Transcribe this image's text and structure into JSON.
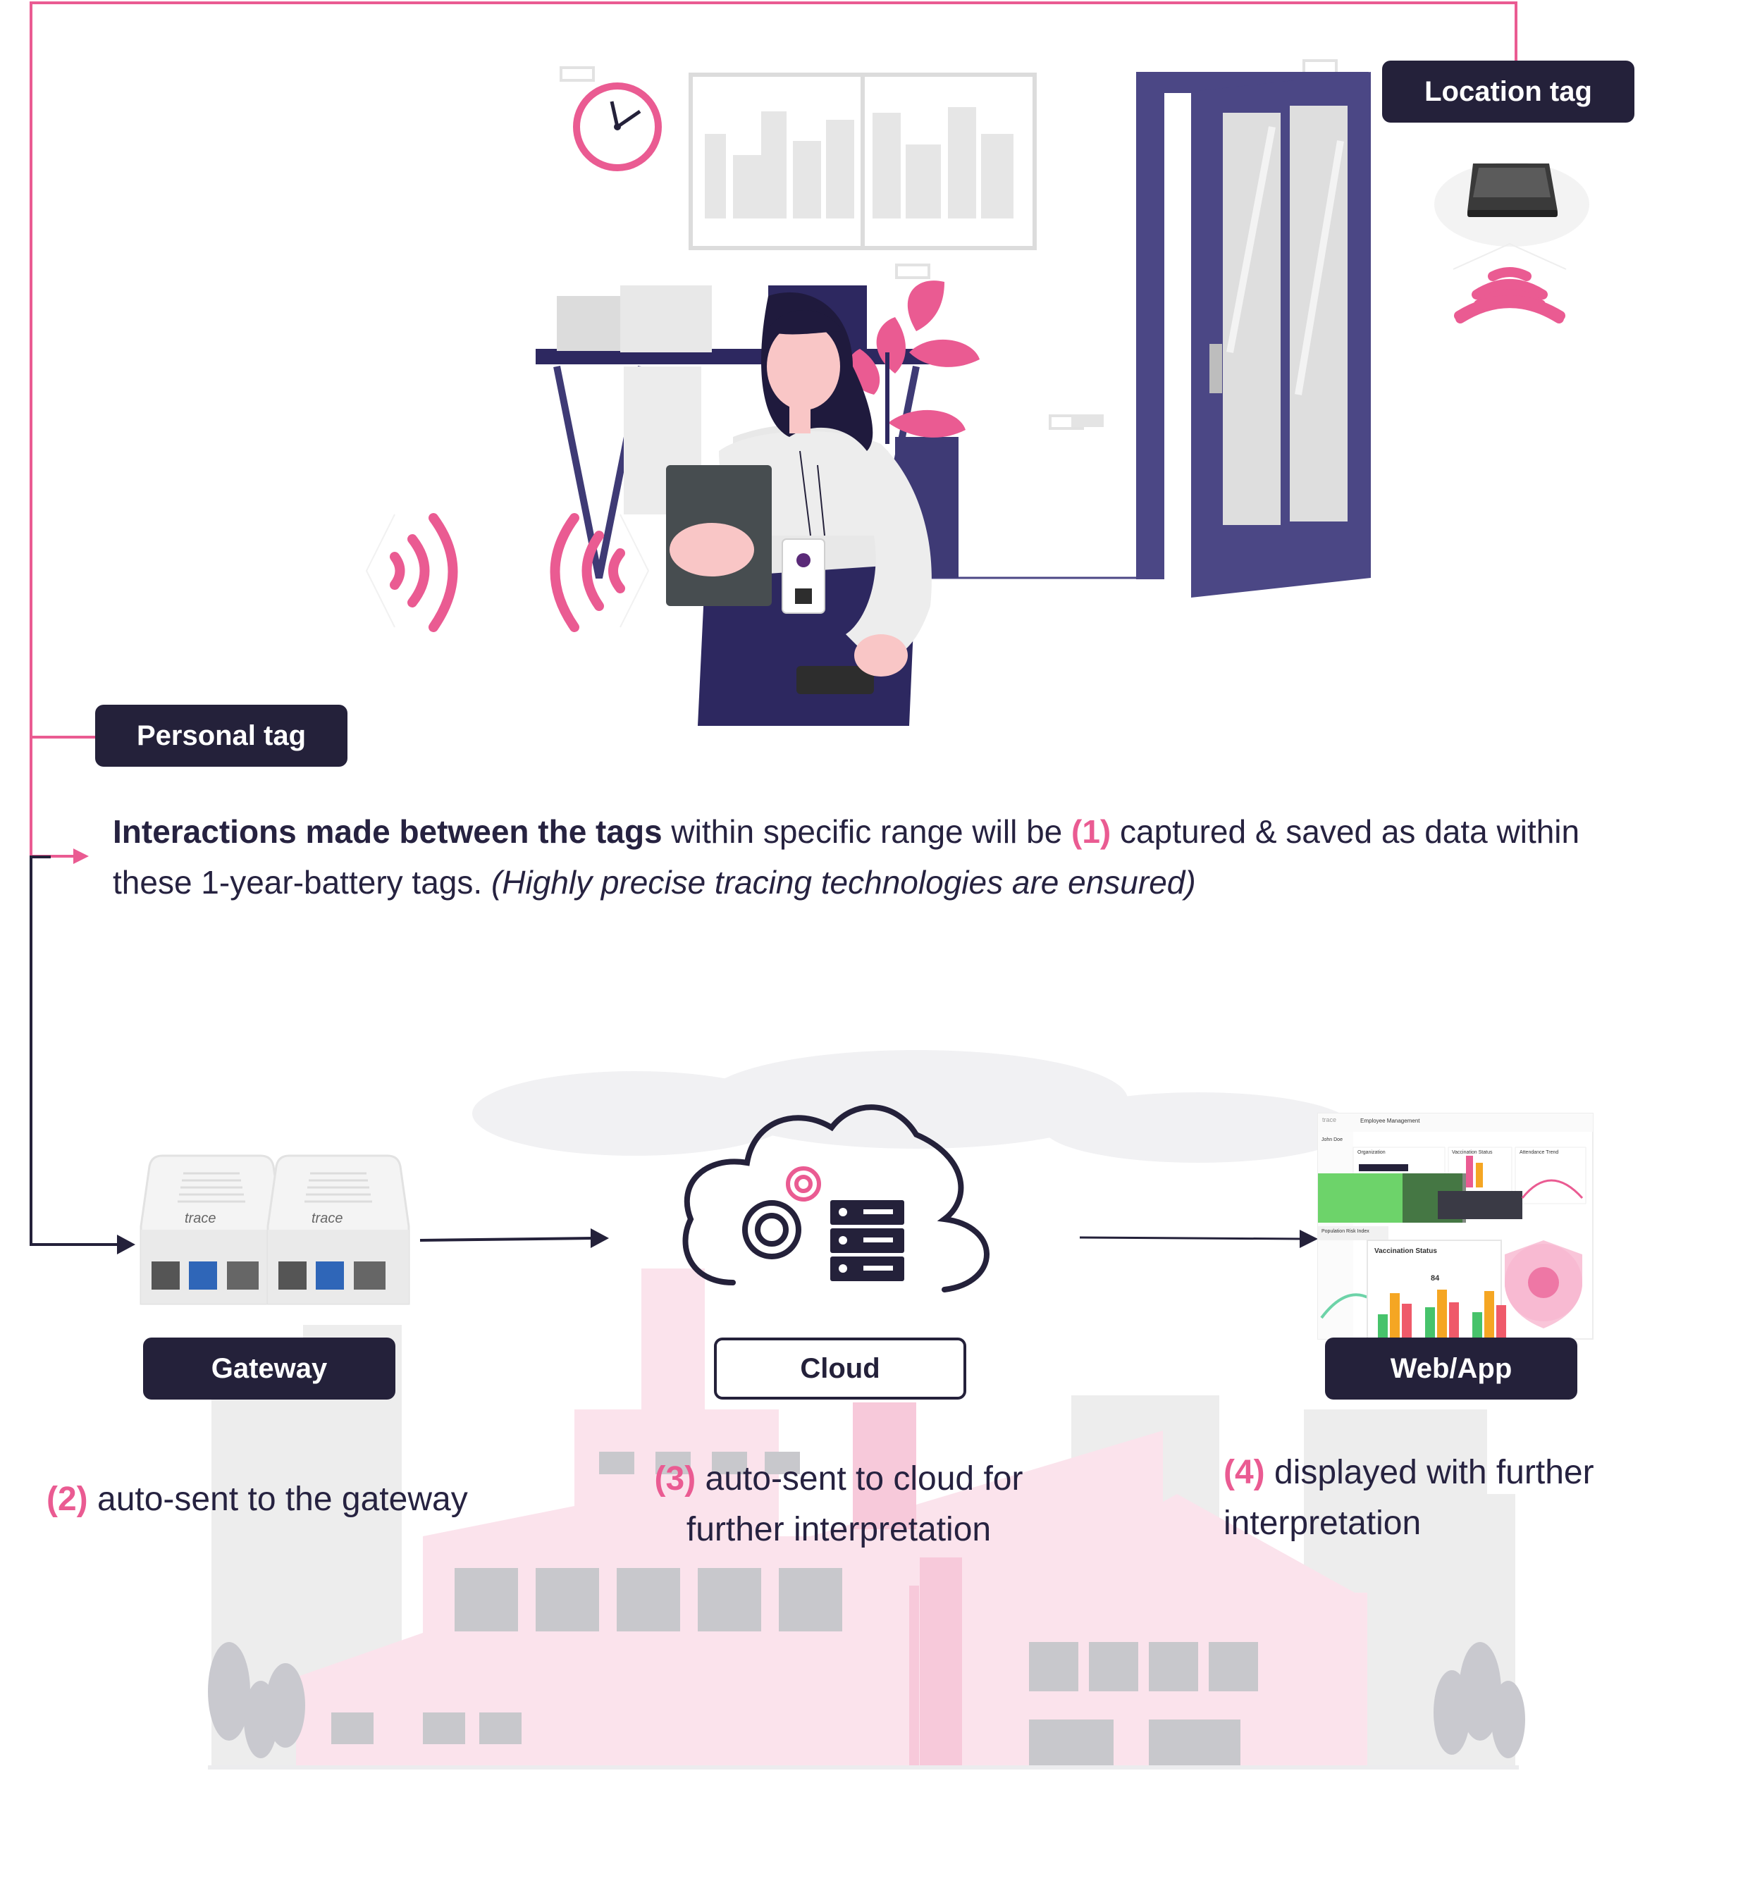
{
  "labels": {
    "location_tag": "Location tag",
    "personal_tag": "Personal tag",
    "gateway": "Gateway",
    "cloud": "Cloud",
    "webapp": "Web/App"
  },
  "intro": {
    "bold": "Interactions made between the tags",
    "part1": " within specific range will be ",
    "num": "(1)",
    "part2": " captured & saved as data within these 1-year-battery tags. ",
    "italic": "(Highly precise tracing technologies are ensured)"
  },
  "steps": [
    {
      "num": "(2)",
      "text": " auto-sent to the gateway"
    },
    {
      "num": "(3)",
      "text": " auto-sent to cloud for further interpretation"
    },
    {
      "num": "(4)",
      "text": " displayed with further interpretation"
    }
  ],
  "device_brand": "trace",
  "dashboard": {
    "brand": "trace",
    "header": "Employee Management",
    "user": "John Doe",
    "org": "Organization",
    "vacc": "Vaccination Status",
    "attend": "Attendance Trend",
    "risk": "Population Risk Index",
    "vacc_card_title": "Vaccination Status",
    "vacc_card_value": "84"
  },
  "colors": {
    "accent": "#ea5b92",
    "navy": "#24213a",
    "door": "#4b4785",
    "text": "#262240"
  },
  "icons": [
    "clock-icon",
    "signal-waves-icon",
    "gear-icon",
    "server-icon",
    "cloud-icon",
    "shield-icon",
    "arrow-icon"
  ]
}
